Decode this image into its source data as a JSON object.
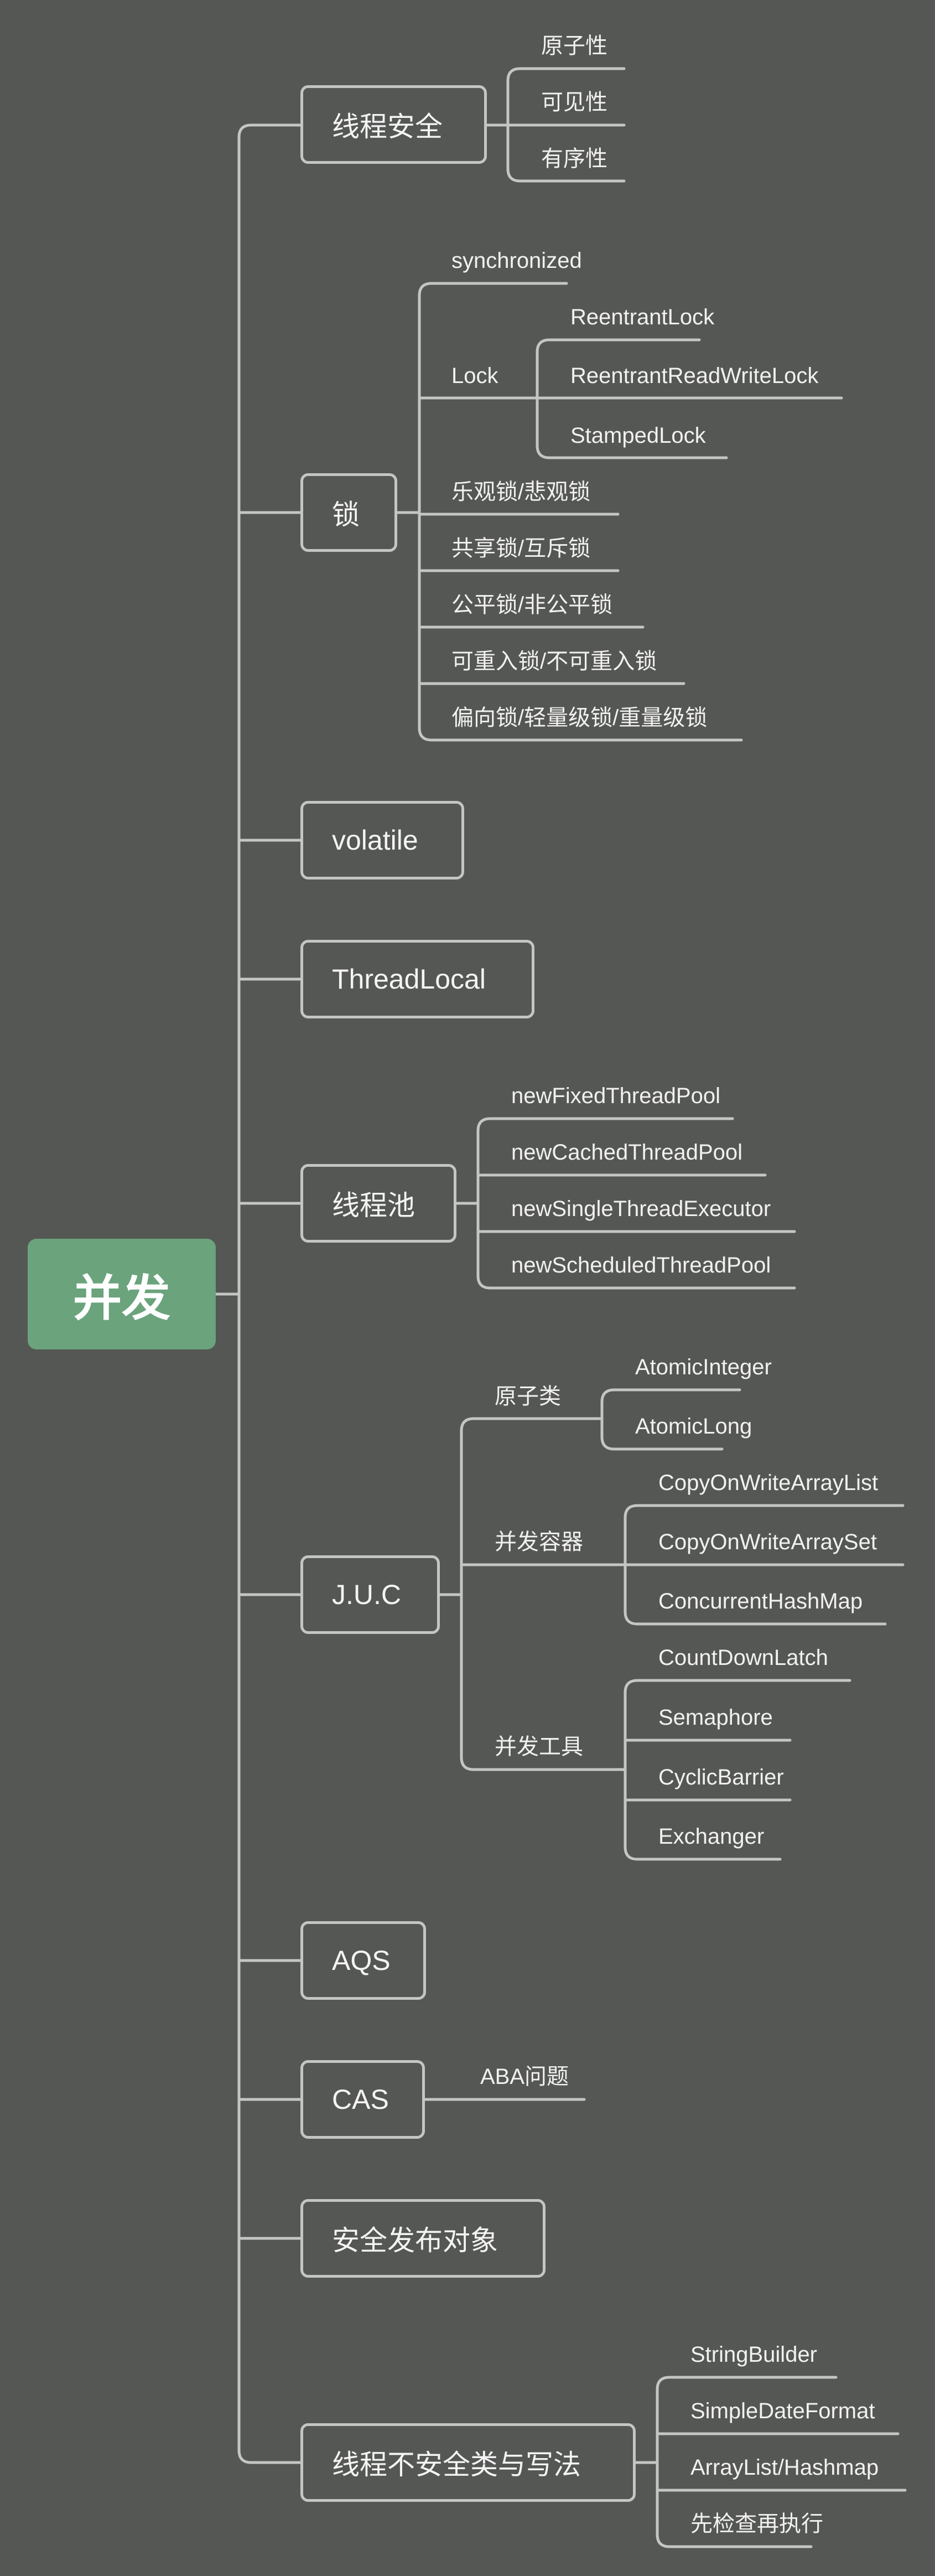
{
  "root": "并发",
  "branches": {
    "thread_safety": {
      "label": "线程安全",
      "children": [
        "原子性",
        "可见性",
        "有序性"
      ]
    },
    "lock": {
      "label": "锁",
      "synchronized": "synchronized",
      "lock_label": "Lock",
      "lock_children": [
        "ReentrantLock",
        "ReentrantReadWriteLock",
        "StampedLock"
      ],
      "others": [
        "乐观锁/悲观锁",
        "共享锁/互斥锁",
        "公平锁/非公平锁",
        "可重入锁/不可重入锁",
        "偏向锁/轻量级锁/重量级锁"
      ]
    },
    "volatile": {
      "label": "volatile"
    },
    "threadlocal": {
      "label": "ThreadLocal"
    },
    "threadpool": {
      "label": "线程池",
      "children": [
        "newFixedThreadPool",
        "newCachedThreadPool",
        "newSingleThreadExecutor",
        "newScheduledThreadPool"
      ]
    },
    "juc": {
      "label": "J.U.C",
      "atomic": {
        "label": "原子类",
        "children": [
          "AtomicInteger",
          "AtomicLong"
        ]
      },
      "containers": {
        "label": "并发容器",
        "children": [
          "CopyOnWriteArrayList",
          "CopyOnWriteArraySet",
          "ConcurrentHashMap"
        ]
      },
      "tools": {
        "label": "并发工具",
        "children": [
          "CountDownLatch",
          "Semaphore",
          "CyclicBarrier",
          "Exchanger"
        ]
      }
    },
    "aqs": {
      "label": "AQS"
    },
    "cas": {
      "label": "CAS",
      "children": [
        "ABA问题"
      ]
    },
    "safe_publish": {
      "label": "安全发布对象"
    },
    "unsafe": {
      "label": "线程不安全类与写法",
      "children": [
        "StringBuilder",
        "SimpleDateFormat",
        "ArrayList/Hashmap",
        "先检查再执行"
      ]
    }
  },
  "colors": {
    "background": "#555754",
    "root": "#6aa37c",
    "line": "#c3c6c3",
    "text": "#f4f4f4"
  }
}
